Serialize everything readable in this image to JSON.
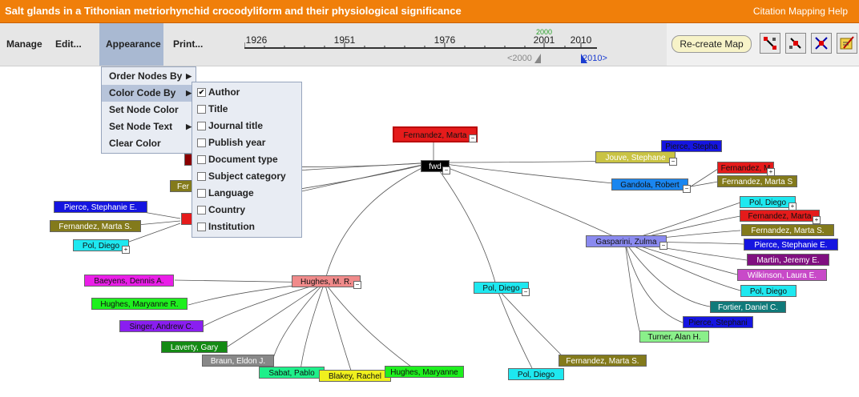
{
  "title": "Salt glands in a Tithonian metriorhynchid crocodyliform and their physiological significance",
  "help": "Citation Mapping Help",
  "toolbar": {
    "manage": "Manage",
    "edit": "Edit...",
    "appearance": "Appearance",
    "print": "Print...",
    "recreate": "Re-create Map"
  },
  "timeline": {
    "years": [
      "1926",
      "1951",
      "1976",
      "2001",
      "2010"
    ],
    "marker": "2000",
    "lower": "<2000",
    "upper": "2010>"
  },
  "appearance_menu": [
    "Order Nodes By",
    "Color Code By",
    "Set Node Color",
    "Set Node Text",
    "Clear Color"
  ],
  "color_code_menu": {
    "items": [
      "Author",
      "Title",
      "Journal title",
      "Publish year",
      "Document type",
      "Subject category",
      "Language",
      "Country",
      "Institution"
    ],
    "checked": "Author"
  },
  "colors": {
    "titlebar": "#f07f0a",
    "selection": "#a9b9d2",
    "center": "#000000"
  },
  "nodes": {
    "center": "fwd",
    "top": "Fernandez, Marta",
    "jouve": "Jouve, Stephane",
    "pierce_top": "Pierce, Stepha",
    "gandola": "Gandola, Robert",
    "fm_top": "Fernandez, M",
    "fms_top": "Fernandez, Marta S",
    "pierce_left": "Pierce, Stephanie E.",
    "fms_left": "Fernandez, Marta S.",
    "pol_left": "Pol, Diego",
    "fer_partial": "Fer",
    "hughes": "Hughes, M. R.",
    "baeyens": "Baeyens, Dennis A.",
    "hughes_mr": "Hughes, Maryanne R.",
    "singer": "Singer, Andrew C.",
    "laverty": "Laverty, Gary",
    "braun": "Braun, Eldon J.",
    "sabat": "Sabat, Pablo",
    "blakey": "Blakey, Rachel",
    "hughes_m": "Hughes, Maryanne",
    "pol_mid": "Pol, Diego",
    "fms_bottom": "Fernandez, Marta S.",
    "pol_bottom": "Pol, Diego",
    "gasparini": "Gasparini, Zulma",
    "pol_r1": "Pol, Diego",
    "fm_r2": "Fernandez, Marta",
    "fms_r3": "Fernandez, Marta S.",
    "pierce_r4": "Pierce, Stephanie E.",
    "martin": "Martin, Jeremy E.",
    "wilkinson": "Wilkinson, Laura E.",
    "pol_r7": "Pol, Diego",
    "fortier": "Fortier, Daniel C.",
    "pierce_r9": "Pierce, Stephani",
    "turner": "Turner, Alan H."
  }
}
